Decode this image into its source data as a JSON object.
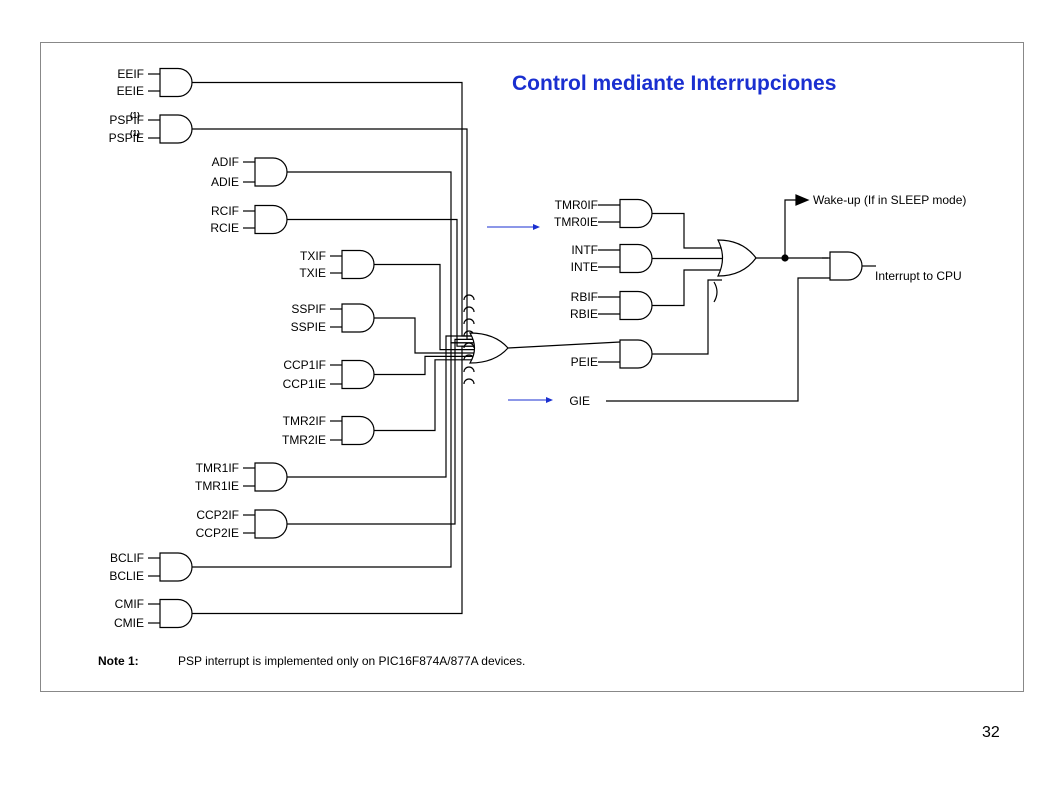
{
  "slide": {
    "title": "Control mediante Interrupciones",
    "page_number": "32"
  },
  "diagram": {
    "peripheral_gates": [
      {
        "flag": "EEIF",
        "enable": "EEIE"
      },
      {
        "flag": "PSPIF",
        "enable": "PSPIE",
        "superscript": "(1)"
      },
      {
        "flag": "ADIF",
        "enable": "ADIE"
      },
      {
        "flag": "RCIF",
        "enable": "RCIE"
      },
      {
        "flag": "TXIF",
        "enable": "TXIE"
      },
      {
        "flag": "SSPIF",
        "enable": "SSPIE"
      },
      {
        "flag": "CCP1IF",
        "enable": "CCP1IE"
      },
      {
        "flag": "TMR2IF",
        "enable": "TMR2IE"
      },
      {
        "flag": "TMR1IF",
        "enable": "TMR1IE"
      },
      {
        "flag": "CCP2IF",
        "enable": "CCP2IE"
      },
      {
        "flag": "BCLIF",
        "enable": "BCLIE"
      },
      {
        "flag": "CMIF",
        "enable": "CMIE"
      }
    ],
    "core_gates": [
      {
        "flag": "TMR0IF",
        "enable": "TMR0IE"
      },
      {
        "flag": "INTF",
        "enable": "INTE"
      },
      {
        "flag": "RBIF",
        "enable": "RBIE"
      }
    ],
    "peie_label": "PEIE",
    "gie_label": "GIE",
    "wakeup_label": "Wake-up (If in SLEEP mode)",
    "output_label": "Interrupt to CPU",
    "note_label": "Note 1:",
    "note_text": "PSP interrupt is implemented only on PIC16F874A/877A devices.",
    "line_color": "#000000",
    "arrow_color": "#1a2fd0"
  }
}
